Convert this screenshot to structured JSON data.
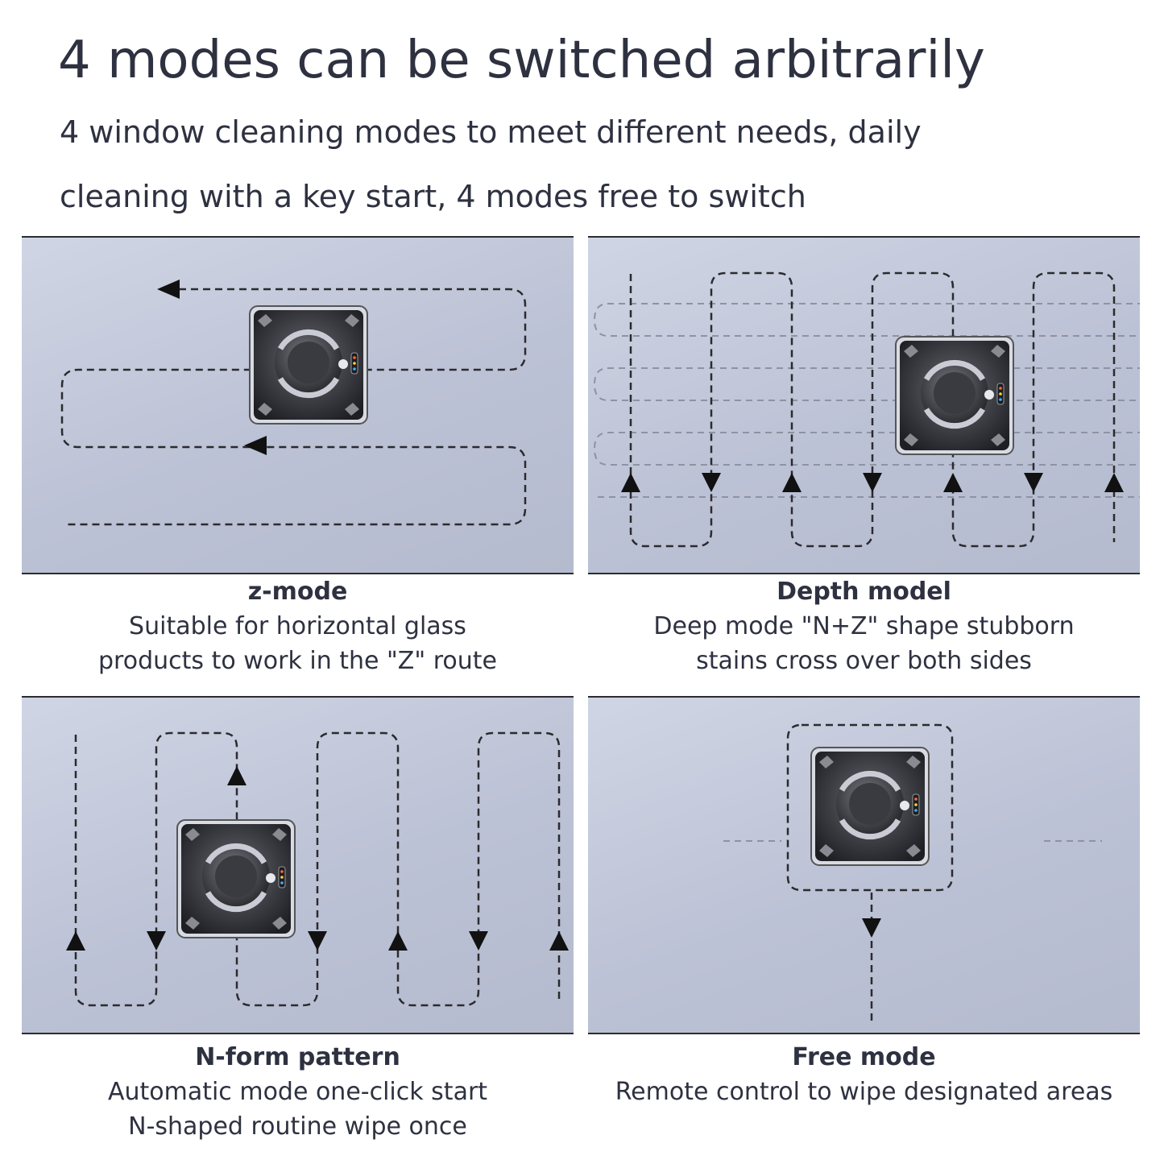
{
  "header": {
    "title": "4 modes can be switched arbitrarily",
    "subtitle_line1": "4 window cleaning modes to meet different needs, daily",
    "subtitle_line2": "cleaning with a key start, 4 modes free to switch"
  },
  "modes": [
    {
      "name": "z-mode",
      "line1": "Suitable for horizontal glass",
      "line2": "products to work in the \"Z\" route"
    },
    {
      "name": "Depth model",
      "line1": "Deep mode \"N+Z\" shape stubborn",
      "line2": "stains cross over both sides"
    },
    {
      "name": "N-form pattern",
      "line1": "Automatic mode one-click start",
      "line2": "N-shaped routine wipe once"
    },
    {
      "name": "Free mode",
      "line1": "Remote control to wipe designated areas",
      "line2": ""
    }
  ],
  "colors": {
    "panel_bg": "#c4cadb",
    "path": "#2b2b2e",
    "robot_body": "#3a3b40"
  },
  "icons": [
    "window-cleaning-robot-icon",
    "arrow-left-icon",
    "arrow-up-icon",
    "arrow-down-icon"
  ]
}
